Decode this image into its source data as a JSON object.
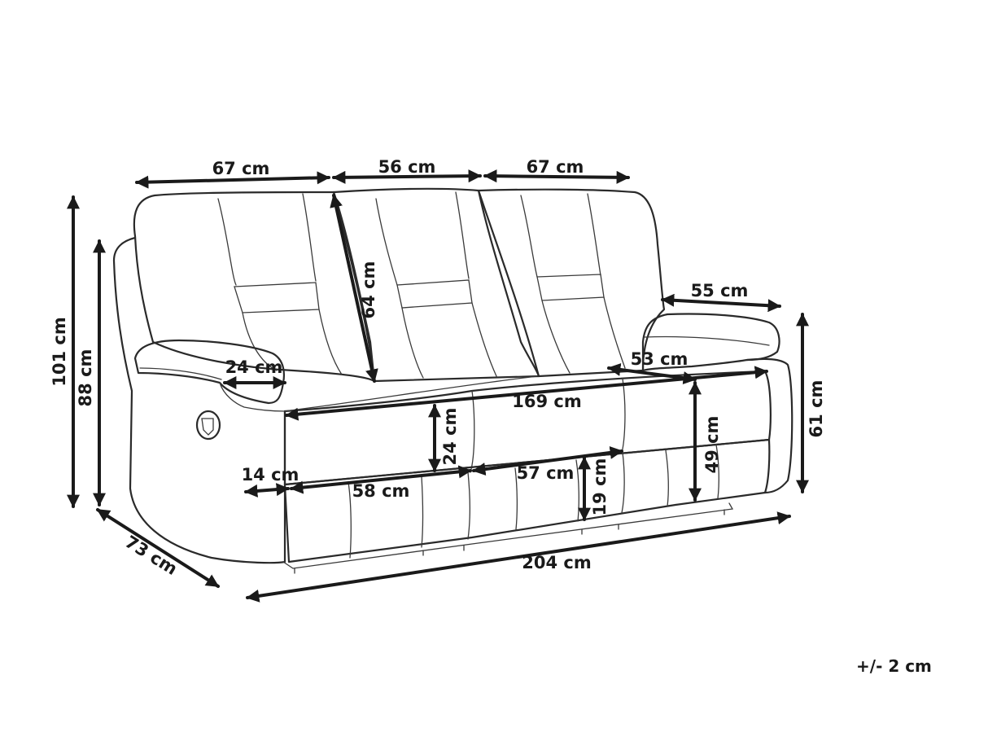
{
  "dimensions": {
    "seat_left_width": "67 cm",
    "seat_middle_width": "56 cm",
    "seat_right_width": "67 cm",
    "total_height": "101 cm",
    "back_height": "88 cm",
    "backrest_height": "64 cm",
    "armrest_depth": "55 cm",
    "armrest_width": "24 cm",
    "seat_depth": "53 cm",
    "seat_width_total": "169 cm",
    "cushion_thickness": "24 cm",
    "arm_height": "61 cm",
    "seat_height": "49 cm",
    "arm_side_width": "14 cm",
    "footrest_left": "58 cm",
    "footrest_middle": "57 cm",
    "leg_height": "19 cm",
    "depth": "73 cm",
    "total_width": "204 cm"
  },
  "tolerance": "+/- 2 cm"
}
